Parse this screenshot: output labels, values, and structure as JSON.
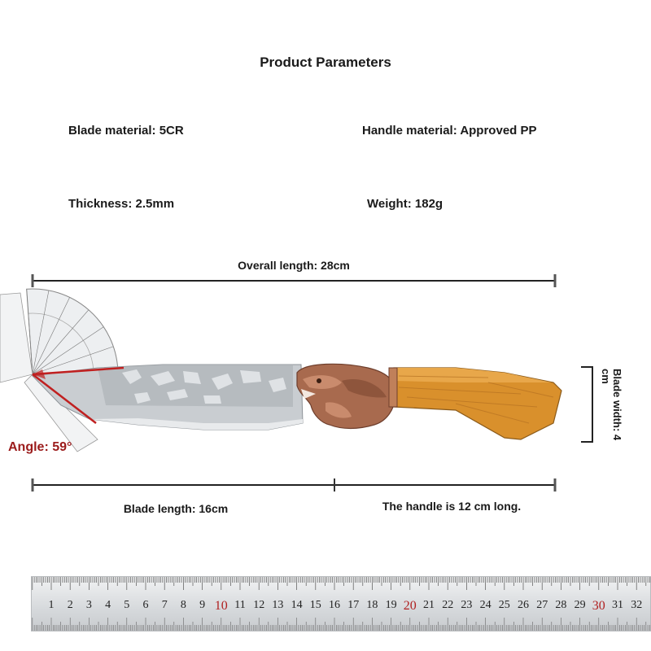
{
  "title": "Product Parameters",
  "specs": {
    "blade_material": "Blade material: 5CR",
    "handle_material": "Handle material: Approved PP",
    "thickness": "Thickness: 2.5mm",
    "weight": "Weight: 182g"
  },
  "dimensions": {
    "overall_length": "Overall length: 28cm",
    "blade_length": "Blade length: 16cm",
    "handle_length": "The handle is 12 cm long.",
    "blade_width": "Blade width: 4 cm",
    "angle": "Angle: 59°"
  },
  "ruler": {
    "numbers": [
      "1",
      "2",
      "3",
      "4",
      "5",
      "6",
      "7",
      "8",
      "9",
      "10",
      "11",
      "12",
      "13",
      "14",
      "15",
      "16",
      "17",
      "18",
      "19",
      "20",
      "21",
      "22",
      "23",
      "24",
      "25",
      "26",
      "27",
      "28",
      "29",
      "30",
      "31",
      "32",
      "3"
    ],
    "highlight": [
      "10",
      "20",
      "30"
    ]
  },
  "colors": {
    "angle_red": "#9b1b1b",
    "handle_wood": "#d9902c",
    "bolster_copper": "#a86a4e"
  }
}
